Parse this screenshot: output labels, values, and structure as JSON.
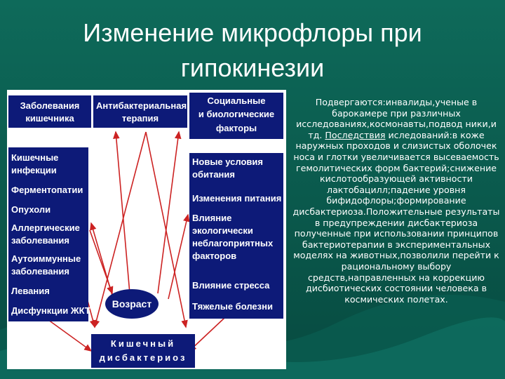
{
  "slide": {
    "title_line1": "Изменение микрофлоры при",
    "title_line2": "гипокинезии"
  },
  "diagram": {
    "top_boxes": [
      {
        "lines": [
          "Заболевания",
          "кишечника"
        ]
      },
      {
        "lines": [
          "Антибактериальная",
          "терапия"
        ]
      },
      {
        "lines": [
          "Социальные",
          "и биологические",
          "факторы"
        ]
      }
    ],
    "left_list": [
      "Кишечные",
      "инфекции",
      "Ферментопатии",
      "Опухоли",
      "Аллергические",
      "заболевания",
      "Аутоиммунные",
      "заболевания",
      "Левания",
      "Дисфункции ЖКТ"
    ],
    "right_list": [
      "Новые условия",
      "обитания",
      "Изменения питания",
      "Влияние",
      "экологически",
      "неблагоприятных",
      "факторов",
      "Влияние стресса",
      "Тяжелые болезни"
    ],
    "center_oval": "Возраст",
    "bottom_box": [
      "Кишечный",
      "дисбактериоз"
    ],
    "arrow_color": "#cc2222",
    "box_color": "#0d1a78"
  },
  "side_text": {
    "p1": "Подвергаются:инвалиды,ученые в барокамере при различных исследованиях,космонавты,подвод ники,и тд.",
    "underlined": "Последствия",
    "p2": "иследований:в коже наружных проходов и слизистых оболочек носа и глотки увеличивается высеваемость гемолитических форм бактерий;снижение кислотообразующей активности лактобацилл;падение уровня бифидофлоры;формирование дисбактериоза.Положительные результаты в предупреждении дисбактериоза полученные при использовании принципов бактериотерапии в экспериментальных моделях на животных,позволили перейти к рациональному выбору средств,направленных на коррекцию дисбиотических состоянии человека в космических полетах."
  }
}
